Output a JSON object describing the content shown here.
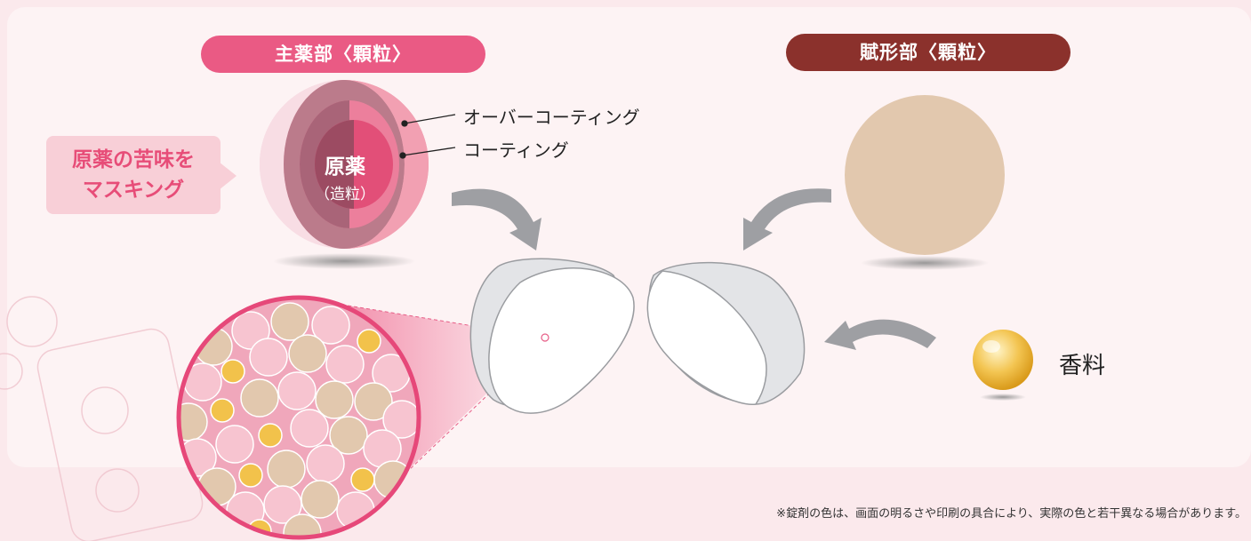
{
  "labels": {
    "main_component": "主薬部〈顆粒〉",
    "excipient_component": "賦形部〈顆粒〉",
    "over_coating": "オーバーコーティング",
    "coating": "コーティング",
    "core_main": "原薬",
    "core_sub": "（造粒）",
    "masking_line1": "原薬の苦味を",
    "masking_line2": "マスキング",
    "flavor": "香料",
    "footnote": "※錠剤の色は、画面の明るさや印刷の具合により、実際の色と若干異なる場合があります。"
  },
  "colors": {
    "main_pill": "#ea5a84",
    "excipient_pill": "#8b312c",
    "granule_beige": "#e2c8ae",
    "pink_light": "#f7c4d0",
    "gold": "#f2c24b",
    "arrow_gray": "#9e9fa3"
  }
}
